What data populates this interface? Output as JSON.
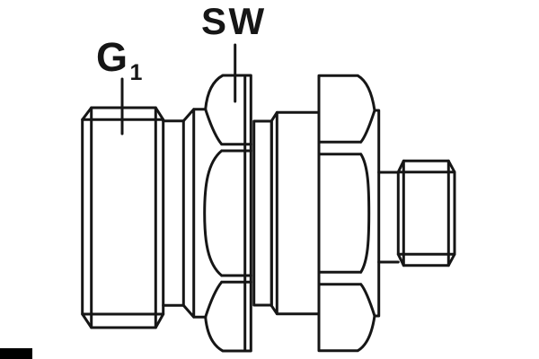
{
  "drawing": {
    "description": "technical line drawing of a straight hydraulic reducer / bulkhead fitting, side view",
    "background_color": "#ffffff",
    "line_color": "#161616"
  },
  "labels": {
    "g1": {
      "text": "G",
      "subscript": "1"
    },
    "sw": {
      "text": "SW"
    }
  },
  "corner_mark": {
    "color": "#000000"
  }
}
